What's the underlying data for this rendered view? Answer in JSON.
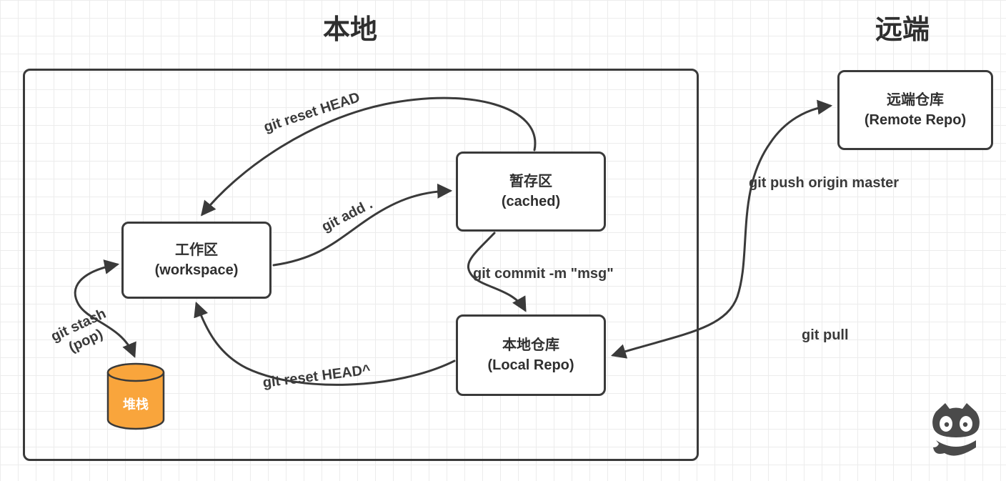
{
  "header": {
    "local_title": "本地",
    "remote_title": "远端"
  },
  "nodes": {
    "workspace": {
      "name": "工作区",
      "subtitle": "(workspace)"
    },
    "cached": {
      "name": "暂存区",
      "subtitle": "(cached)"
    },
    "local_repo": {
      "name": "本地仓库",
      "subtitle": "(Local Repo)"
    },
    "remote_repo": {
      "name": "远端仓库",
      "subtitle": "(Remote Repo)"
    },
    "stack": {
      "name": "堆栈"
    }
  },
  "edges": {
    "reset_head": {
      "label": "git reset HEAD"
    },
    "add": {
      "label": "git add ."
    },
    "commit": {
      "label": "git commit -m \"msg\""
    },
    "reset_hard": {
      "label": "git reset HEAD^"
    },
    "push": {
      "label": "git push origin master"
    },
    "pull": {
      "label": "git pull"
    },
    "stash": {
      "label": "git stash",
      "sublabel": "(pop)"
    }
  },
  "colors": {
    "stroke": "#3a3a3a",
    "stack_fill": "#F9A53C",
    "grid": "#ececec",
    "octocat": "#4a4a4a"
  }
}
